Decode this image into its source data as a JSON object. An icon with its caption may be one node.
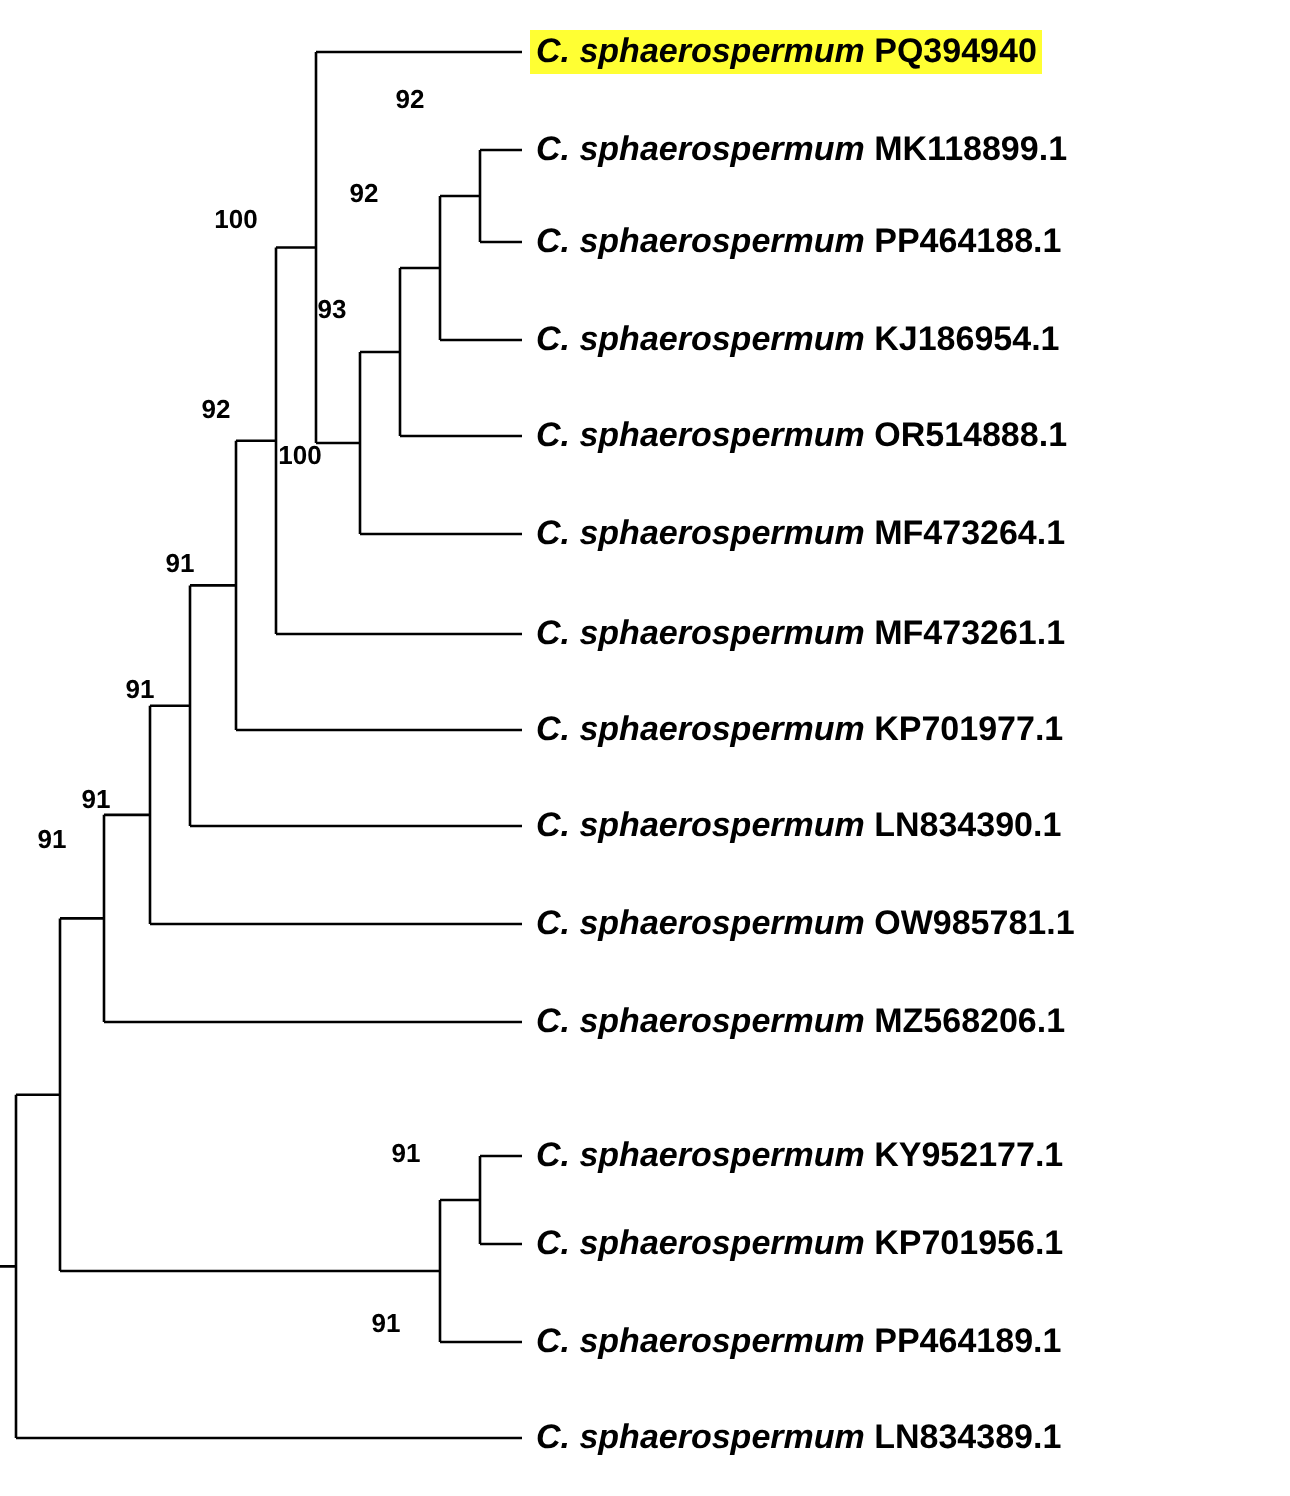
{
  "diagram": {
    "labels": [
      "*C. sphaerospermum* PQ394940",
      "92",
      "*C. sphaerospermum* MK118899.1",
      "92",
      "100",
      "*C. sphaerospermum* PP464188.1",
      "93",
      "*C. sphaerospermum* KJ186954.1",
      "92",
      "*C. sphaerospermum* OR514888.1",
      "100",
      "*C. sphaerospermum* MF473264.1",
      "91",
      "*C. sphaerospermum* MF473261.1",
      "91",
      "*C. sphaerospermum* KP701977.1",
      "91",
      "*C. sphaerospermum* LN834390.1",
      "91",
      "*C. sphaerospermum* OW985781.1",
      "*C. sphaerospermum* MZ568206.1",
      "91",
      "*C. sphaerospermum* KY952177.1",
      "*C. sphaerospermum* KP701956.1",
      "91",
      "*C. sphaerospermum* PP464189.1",
      "*C. sphaerospermum* LN834389.1"
    ]
  }
}
